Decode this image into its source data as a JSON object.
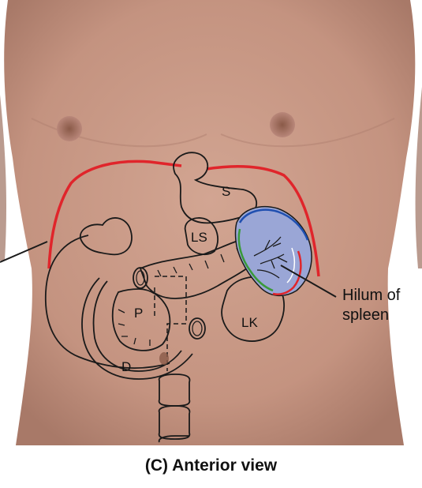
{
  "labels": {
    "stomach": "S",
    "left_suprarenal": "LS",
    "pancreas": "P",
    "left_kidney": "LK",
    "duodenum": "D"
  },
  "callout": {
    "line1": "Hilum of",
    "line2": "spleen"
  },
  "caption": "(C) Anterior view",
  "colors": {
    "costal_margin": "#e0252b",
    "spleen_fill": "#9aa6d6",
    "spleen_border_blue": "#1f4fb0",
    "spleen_border_green": "#3a9a3a",
    "spleen_border_red": "#e0252b",
    "organ_outline": "#1a1a1a",
    "skin": "#c89a86"
  }
}
